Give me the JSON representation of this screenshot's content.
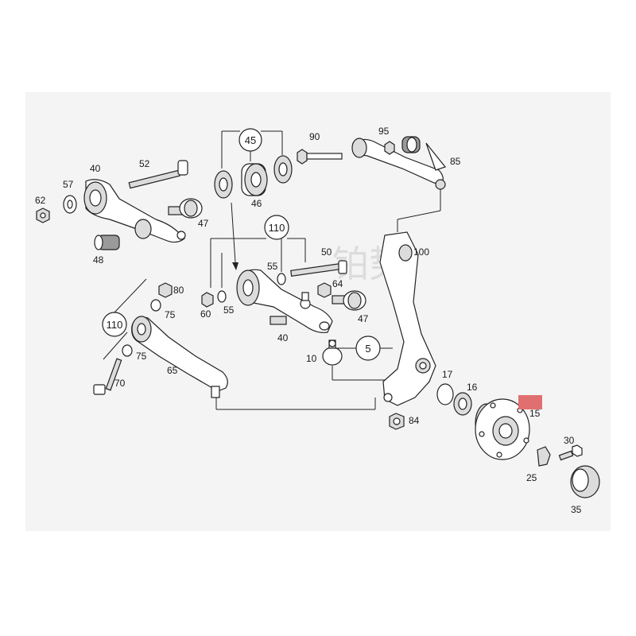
{
  "watermark": "铂势",
  "highlight_color": "#e07070",
  "callouts": {
    "c45": "45",
    "c110a": "110",
    "c110b": "110",
    "c5": "5"
  },
  "labels": {
    "l90": "90",
    "l95": "95",
    "l85": "85",
    "l52": "52",
    "l40a": "40",
    "l57": "57",
    "l62": "62",
    "l46": "46",
    "l47a": "47",
    "l48": "48",
    "l50": "50",
    "l100": "100",
    "l55a": "55",
    "l55b": "55",
    "l60": "60",
    "l64": "64",
    "l47b": "47",
    "l80": "80",
    "l75a": "75",
    "l75b": "75",
    "l40b": "40",
    "l10": "10",
    "l65": "65",
    "l70": "70",
    "l17": "17",
    "l16": "16",
    "l15": "15",
    "l84": "84",
    "l30": "30",
    "l25": "25",
    "l35": "35"
  }
}
